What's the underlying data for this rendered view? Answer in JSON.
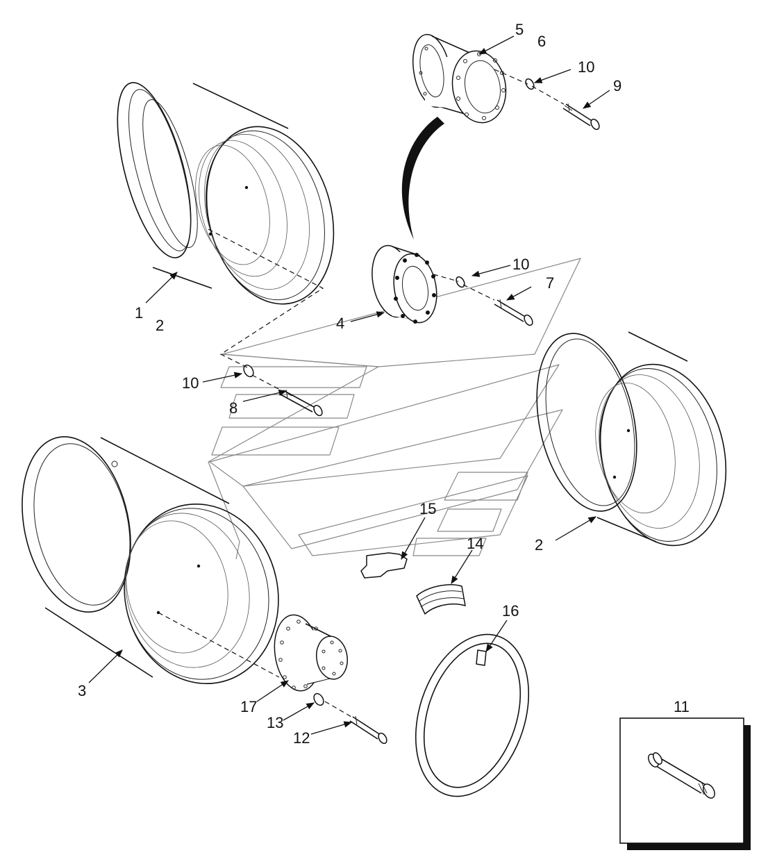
{
  "callouts": {
    "c1": "1",
    "c2a": "2",
    "c2b": "2",
    "c3": "3",
    "c4": "4",
    "c5": "5",
    "c6": "6",
    "c7": "7",
    "c8": "8",
    "c9": "9",
    "c10a": "10",
    "c10b": "10",
    "c10c": "10",
    "c11": "11",
    "c12": "12",
    "c13": "13",
    "c14": "14",
    "c15": "15",
    "c16": "16",
    "c17": "17"
  }
}
